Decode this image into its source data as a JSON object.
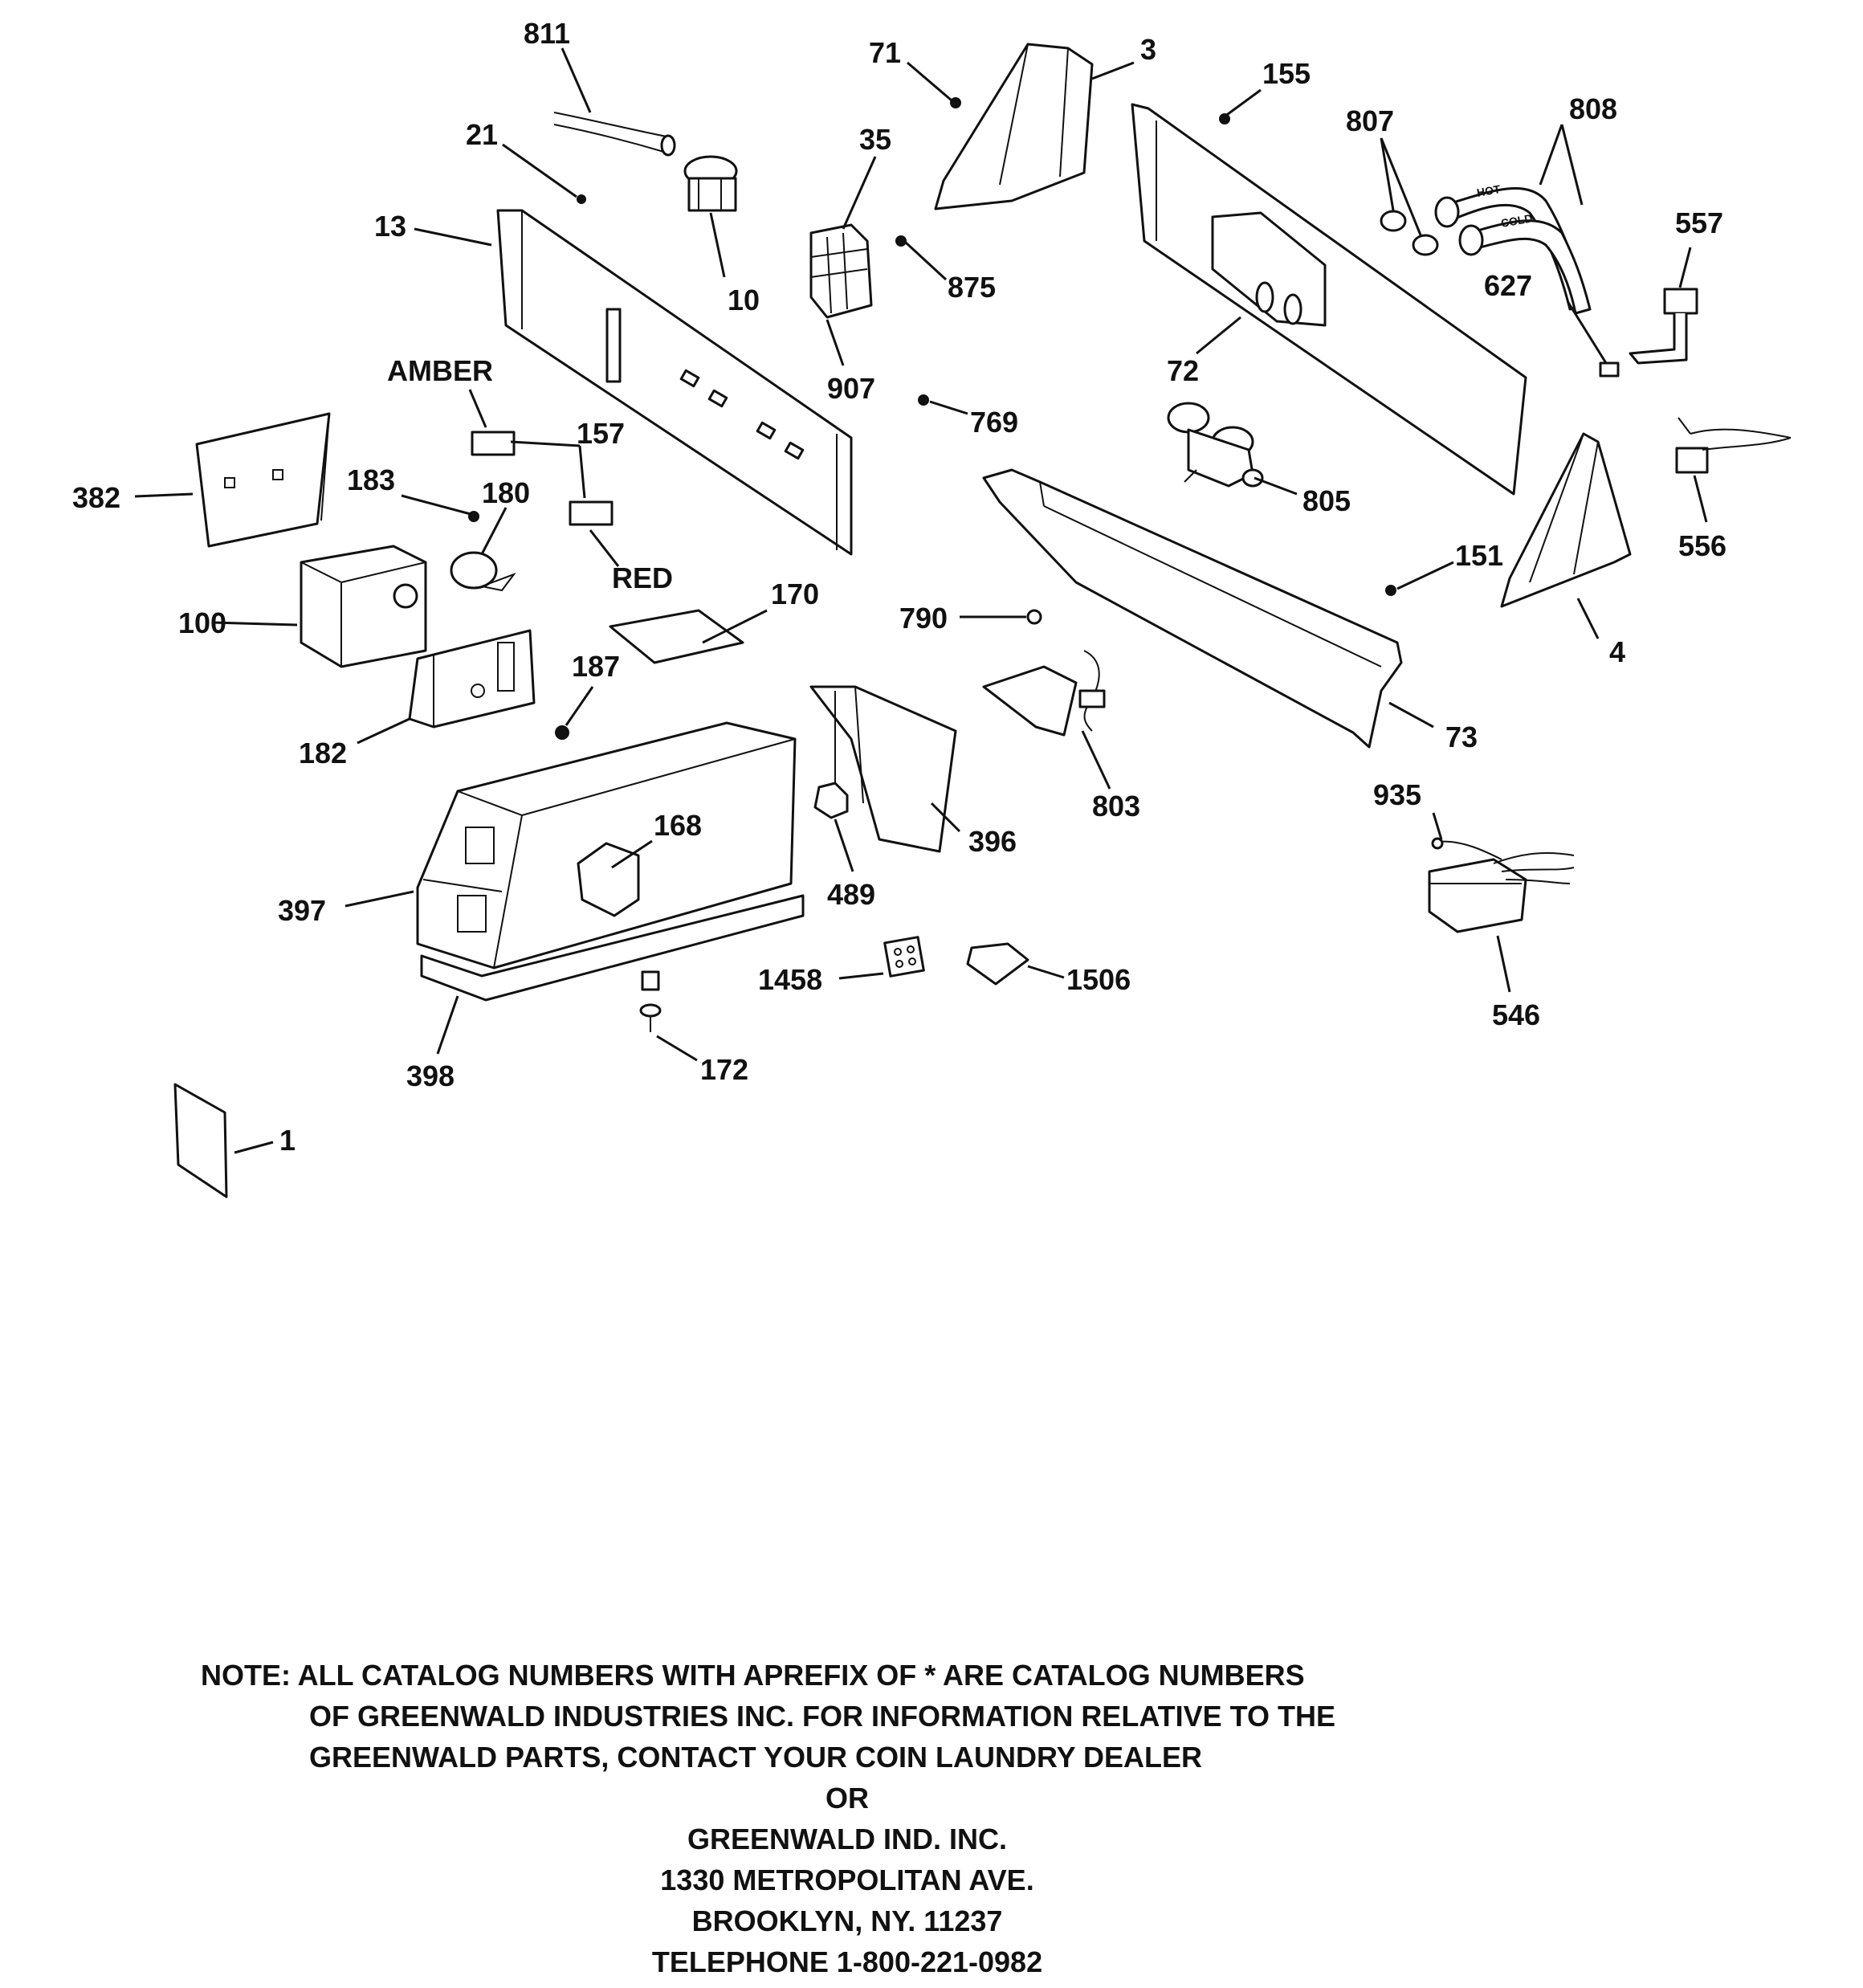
{
  "callouts": {
    "c811": "811",
    "c71": "71",
    "c3": "3",
    "c155": "155",
    "c807": "807",
    "c808": "808",
    "c21": "21",
    "c35": "35",
    "c13": "13",
    "c10": "10",
    "c875": "875",
    "c557": "557",
    "c627": "627",
    "c907": "907",
    "c72": "72",
    "camber": "AMBER",
    "c157": "157",
    "c769": "769",
    "c382": "382",
    "c183": "183",
    "c180": "180",
    "c805": "805",
    "c556": "556",
    "cred": "RED",
    "c151": "151",
    "c100": "100",
    "c170": "170",
    "c790": "790",
    "c4": "4",
    "c187": "187",
    "c182": "182",
    "c73": "73",
    "c168": "168",
    "c803": "803",
    "c935": "935",
    "c396": "396",
    "c489": "489",
    "c397": "397",
    "c1458": "1458",
    "c1506": "1506",
    "c546": "546",
    "c398": "398",
    "c172": "172",
    "c1": "1"
  },
  "hose_labels": {
    "hot": "HOT",
    "cold": "COLD"
  },
  "note": {
    "line1": "NOTE: ALL CATALOG NUMBERS WITH APREFIX OF * ARE CATALOG NUMBERS",
    "line2": "OF GREENWALD INDUSTRIES INC. FOR INFORMATION RELATIVE TO THE",
    "line3": "GREENWALD PARTS, CONTACT YOUR COIN LAUNDRY DEALER",
    "line4": "OR",
    "line5": "GREENWALD IND. INC.",
    "line6": "1330 METROPOLITAN AVE.",
    "line7": "BROOKLYN, NY. 11237",
    "line8": "TELEPHONE 1-800-221-0982"
  }
}
